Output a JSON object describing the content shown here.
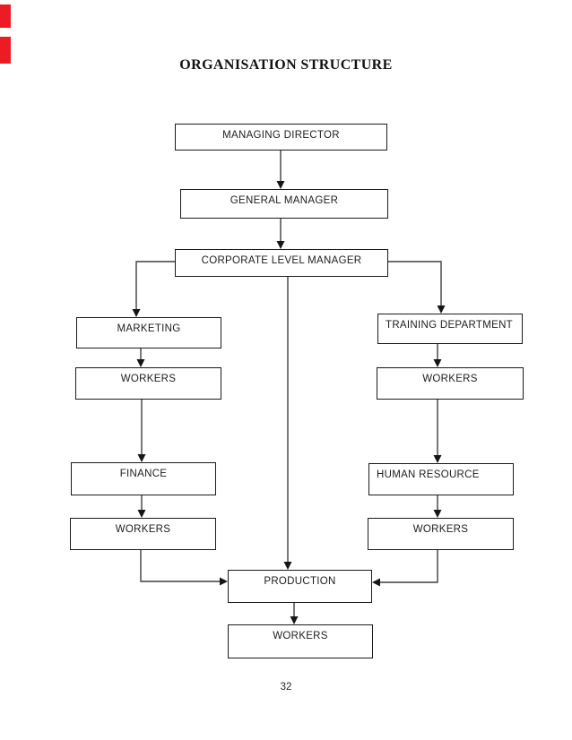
{
  "page": {
    "title": "ORGANISATION STRUCTURE",
    "page_number": "32"
  },
  "decoration": {
    "edge_mark_color": "#ed1c24",
    "edge_mark_count": 2
  },
  "colors": {
    "page_background": "#ffffff",
    "box_border": "#1a1a1a",
    "connector_line": "#3e3e3e",
    "arrowhead": "#161616",
    "text": "#1c1c1c"
  },
  "diagram": {
    "nodes": [
      {
        "id": "managing-director",
        "label": "MANAGING DIRECTOR"
      },
      {
        "id": "general-manager",
        "label": "GENERAL MANAGER"
      },
      {
        "id": "corporate-level-manager",
        "label": "CORPORATE LEVEL MANAGER"
      },
      {
        "id": "marketing",
        "label": "MARKETING"
      },
      {
        "id": "workers-marketing",
        "label": "WORKERS"
      },
      {
        "id": "training-department",
        "label": "TRAINING DEPARTMENT"
      },
      {
        "id": "workers-training",
        "label": "WORKERS"
      },
      {
        "id": "finance",
        "label": "FINANCE"
      },
      {
        "id": "workers-finance",
        "label": "WORKERS"
      },
      {
        "id": "human-resource",
        "label": "HUMAN RESOURCE"
      },
      {
        "id": "workers-human-resource",
        "label": "WORKERS"
      },
      {
        "id": "production",
        "label": "PRODUCTION"
      },
      {
        "id": "workers-production",
        "label": "WORKERS"
      }
    ],
    "edges": [
      {
        "from": "managing-director",
        "to": "general-manager"
      },
      {
        "from": "general-manager",
        "to": "corporate-level-manager"
      },
      {
        "from": "corporate-level-manager",
        "to": "marketing"
      },
      {
        "from": "corporate-level-manager",
        "to": "training-department"
      },
      {
        "from": "corporate-level-manager",
        "to": "production"
      },
      {
        "from": "marketing",
        "to": "workers-marketing"
      },
      {
        "from": "workers-marketing",
        "to": "finance"
      },
      {
        "from": "finance",
        "to": "workers-finance"
      },
      {
        "from": "workers-finance",
        "to": "production"
      },
      {
        "from": "training-department",
        "to": "workers-training"
      },
      {
        "from": "workers-training",
        "to": "human-resource"
      },
      {
        "from": "human-resource",
        "to": "workers-human-resource"
      },
      {
        "from": "workers-human-resource",
        "to": "production"
      },
      {
        "from": "production",
        "to": "workers-production"
      }
    ]
  }
}
